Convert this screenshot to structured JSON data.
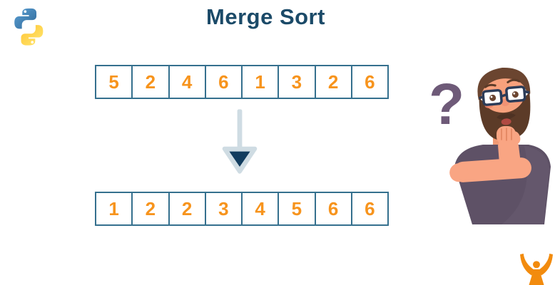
{
  "page": {
    "title": "Merge Sort"
  },
  "diagram": {
    "unsorted_array": {
      "values": [
        5,
        2,
        4,
        6,
        1,
        3,
        2,
        6
      ]
    },
    "arrow": {
      "icon": "down-arrow-icon",
      "direction": "down"
    },
    "sorted_array": {
      "values": [
        1,
        2,
        2,
        3,
        4,
        5,
        6,
        6
      ]
    }
  },
  "illustration": {
    "question_mark": "?"
  },
  "icons": {
    "top_left": "python-logo",
    "bottom_right": "favtutor-logo",
    "right_side": "thinking-man-illustration"
  },
  "colors": {
    "title_navy": "#1b4a68",
    "number_orange": "#f7941d",
    "cell_border_teal": "#35708e",
    "arrow_light": "#cfdce3",
    "arrow_dark": "#123c5e",
    "question_mark_purple": "#6e5a78",
    "watermark_orange": "#f28b0e"
  }
}
